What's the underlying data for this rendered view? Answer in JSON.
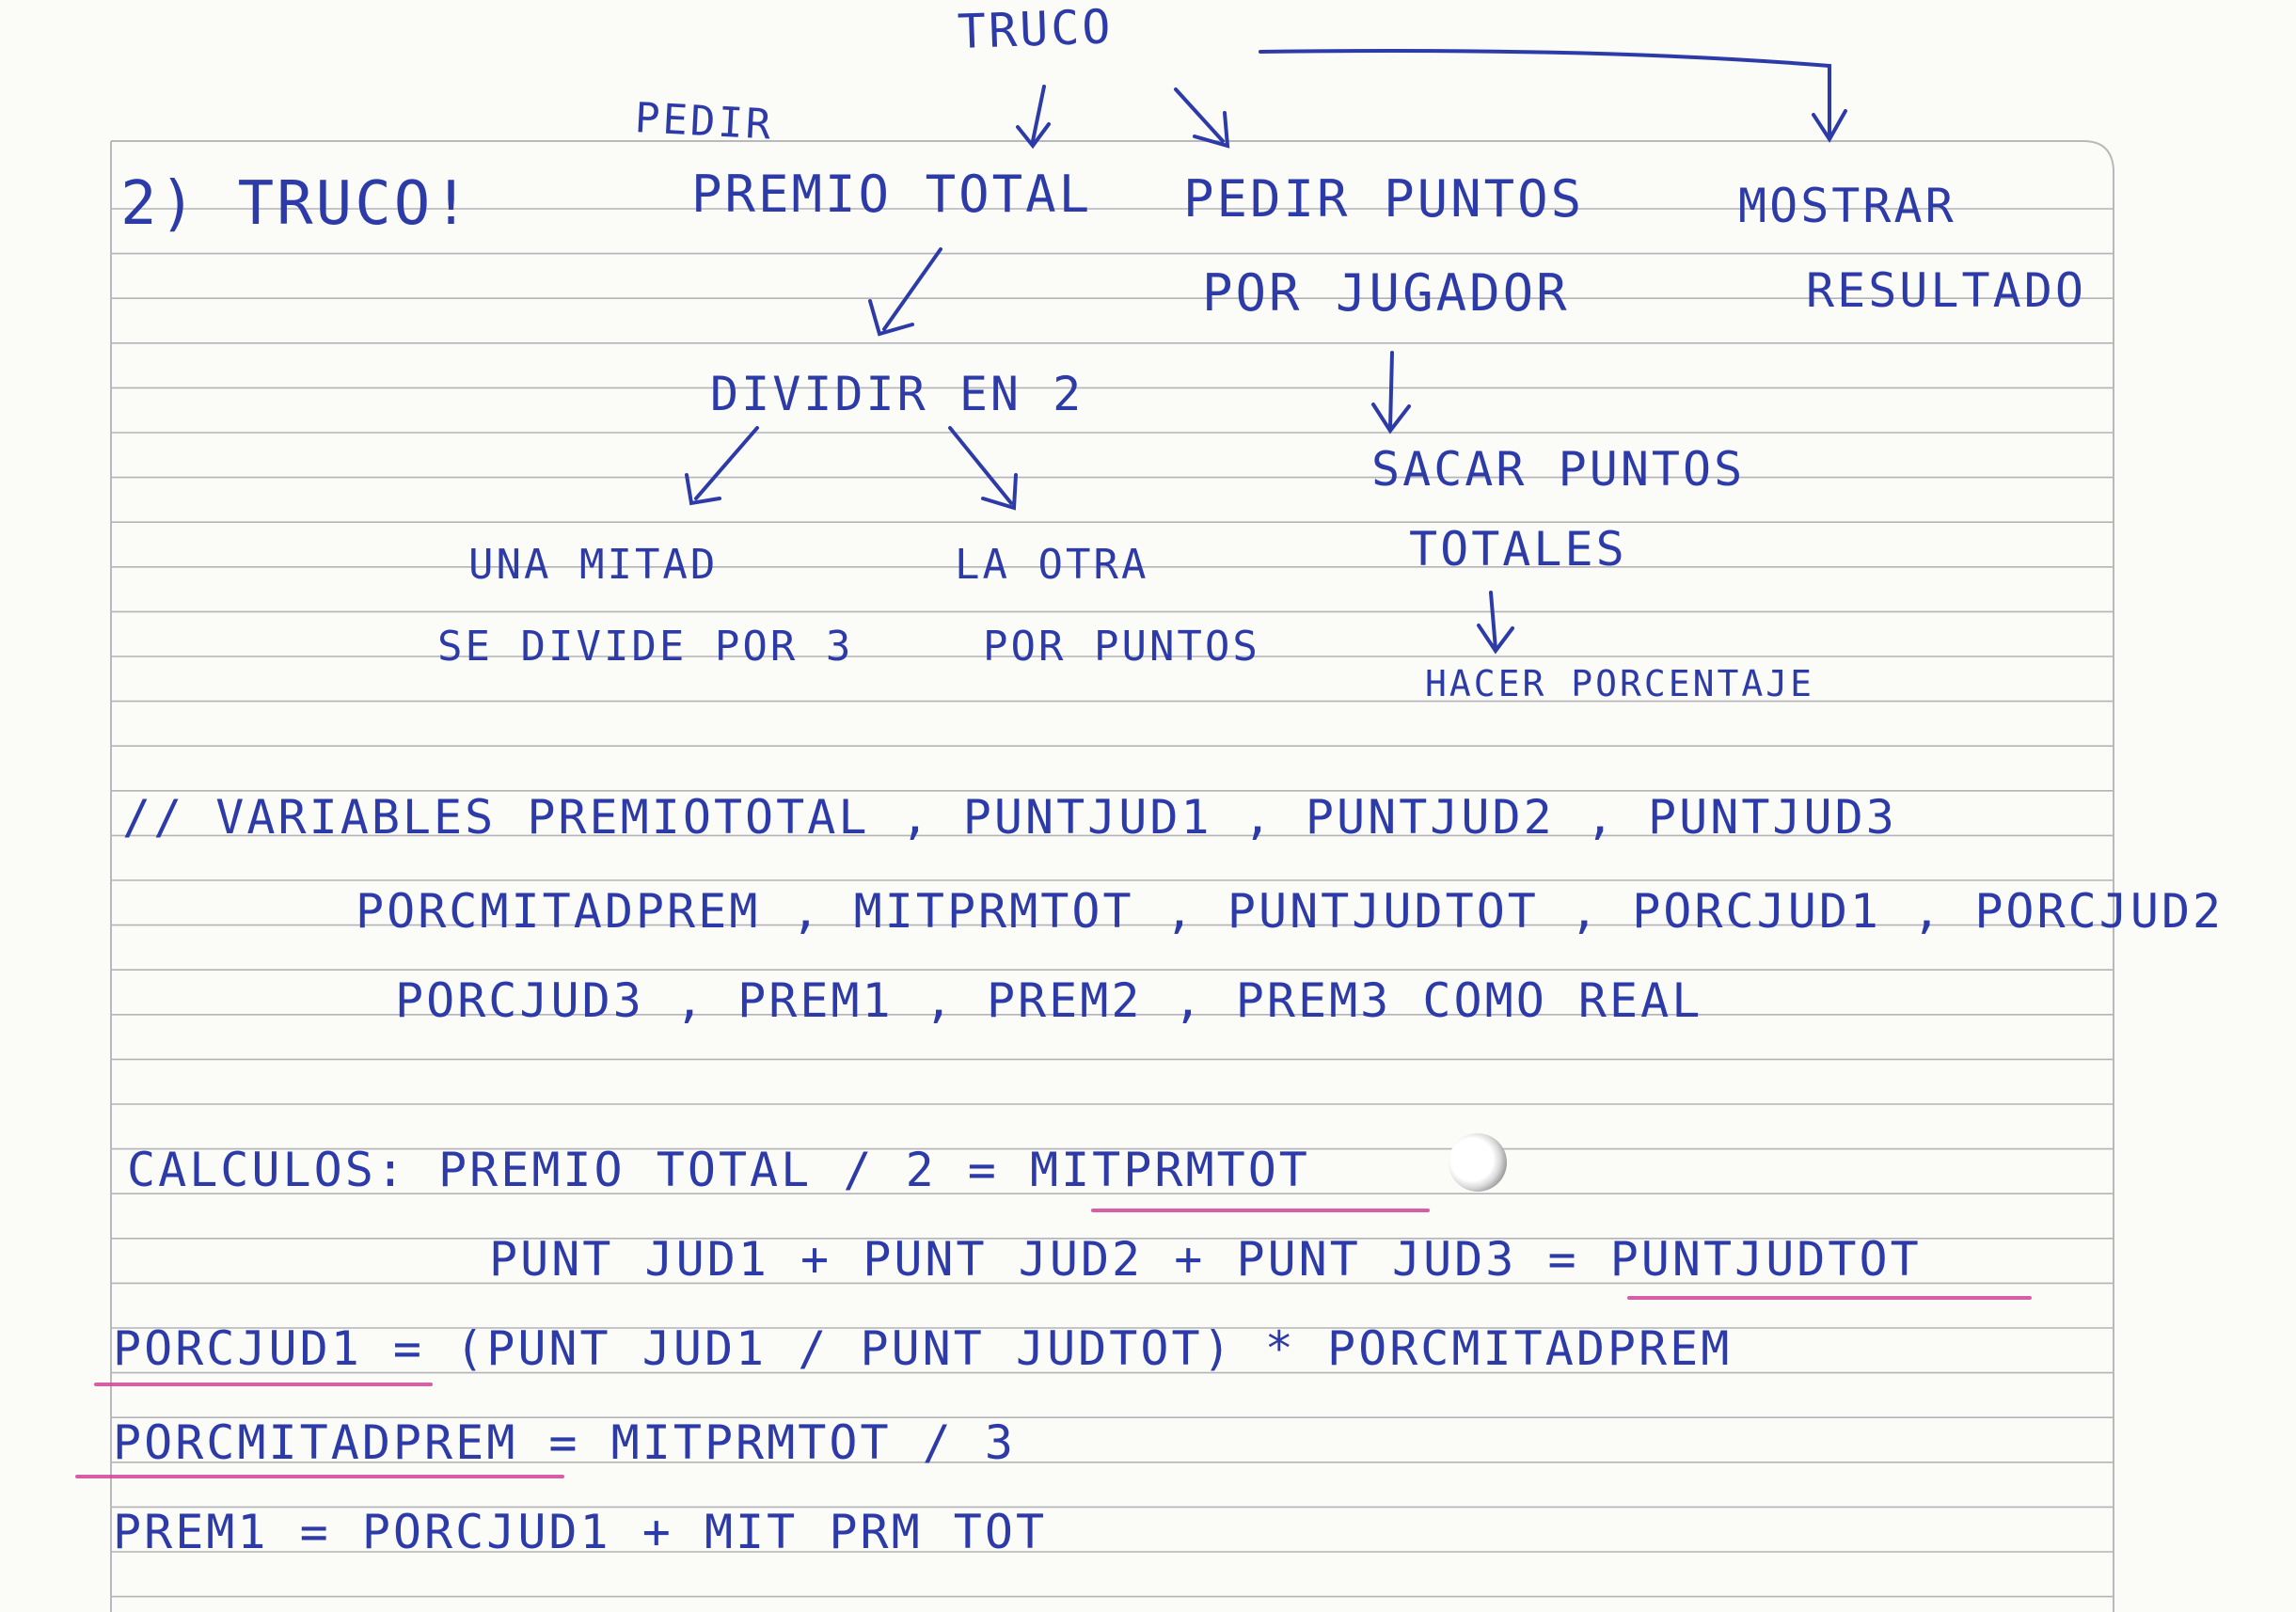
{
  "diagram": {
    "root": "TRUCO",
    "pedir_label": "PEDIR",
    "premio_total": "PREMIO TOTAL",
    "pedir_puntos": "PEDIR PUNTOS",
    "por_jugador": "POR JUGADOR",
    "mostrar": "MOSTRAR",
    "resultado": "RESULTADO",
    "dividir_en_2": "DIVIDIR EN 2",
    "una_mitad": "UNA MITAD",
    "se_divide_por_3": "SE DIVIDE POR 3",
    "la_otra": "LA OTRA",
    "por_puntos": "POR PUNTOS",
    "sacar_puntos": "SACAR PUNTOS",
    "totales": "TOTALES",
    "hacer_porcentaje": "HACER PORCENTAJE"
  },
  "heading": "2) TRUCO!",
  "variables": {
    "line1": "// VARIABLES  PREMIOTOTAL , PUNTJUD1 , PUNTJUD2 , PUNTJUD3",
    "line2": "PORCMITADPREM , MITPRMTOT , PUNTJUDTOT , PORCJUD1 , PORCJUD2",
    "line3": "PORCJUD3 , PREM1 , PREM2 , PREM3  COMO REAL"
  },
  "calculos": {
    "line1": "CALCULOS: PREMIO TOTAL / 2  = MITPRMTOT",
    "line2": "PUNT JUD1 + PUNT JUD2 + PUNT JUD3 = PUNTJUDTOT",
    "line3": "PORCJUD1 = (PUNT JUD1 / PUNT JUDTOT) * PORCMITADPREM",
    "line4": "PORCMITADPREM = MITPRMTOT / 3",
    "line5": "PREM1 = PORCJUD1 + MIT PRM TOT"
  },
  "colors": {
    "ink": "#2d3ba8",
    "highlight": "#d2449a",
    "rule": "#b4b4b8"
  }
}
